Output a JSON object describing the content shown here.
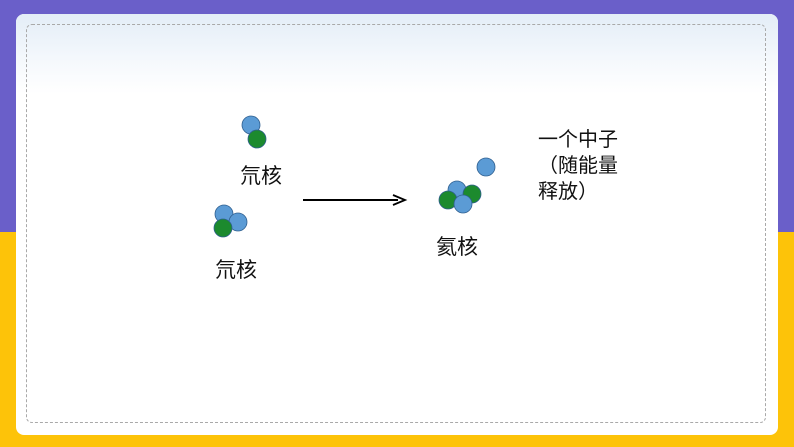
{
  "colors": {
    "top_band": "#6a5fc9",
    "bottom_band": "#fdc309",
    "card": "#ffffff",
    "proton": "#5b9bd5",
    "neutron": "#1c8a2e",
    "particle_outline": "#2f5f8f"
  },
  "labels": {
    "deuterium_1": "氘核",
    "deuterium_2": "氘核",
    "helium": "氦核"
  },
  "note": {
    "line1": "一个中子",
    "line2": "（随能量",
    "line3": "释放）"
  }
}
